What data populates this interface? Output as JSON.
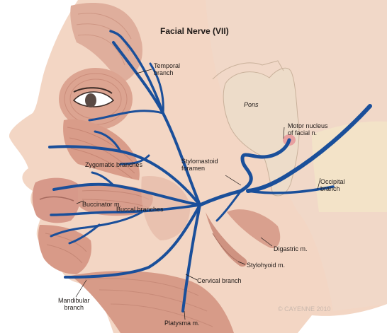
{
  "title": "Facial Nerve (VII)",
  "labels": {
    "temporal_branch": "Temporal\nbranch",
    "pons": "Pons",
    "motor_nucleus": "Motor nucleus\nof facial n.",
    "stylomastoid_foramen": "Stylomastoid\nforamen",
    "zygomatic_branches": "Zygomatic branches",
    "occipital_branch": "Occipital\nbranch",
    "buccinator": "Buccinator m.",
    "buccal_branches": "Buccal branches",
    "digastric": "Digastric m.",
    "stylohyoid": "Stylohyoid m.",
    "cervical_branch": "Cervical branch",
    "mandibular_branch": "Mandibular\nbranch",
    "platysma": "Platysma m."
  },
  "colors": {
    "nerve": "#1a4f9a",
    "skin": "#f3d6c4",
    "muscle": "#d9a08e",
    "brain": "#eddcc9",
    "nucleus": "#e8a0a0"
  }
}
